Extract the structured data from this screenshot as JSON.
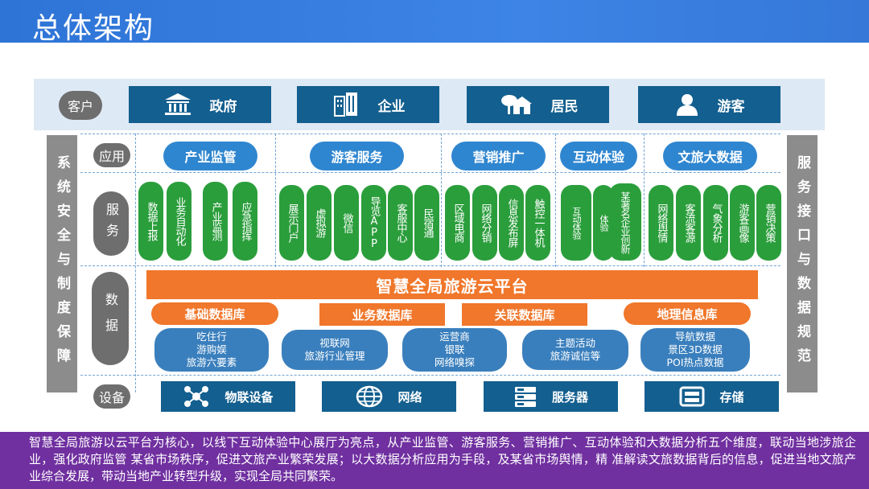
{
  "title": "总体架构",
  "layers": {
    "customer": "客户",
    "application": "应用",
    "service": "服务",
    "data": "数据",
    "device": "设备"
  },
  "left_side": "系统安全与制度保障",
  "right_side": "服务接口与数据规范",
  "customers": [
    {
      "label": "政府",
      "icon": "government-building-icon"
    },
    {
      "label": "企业",
      "icon": "office-building-icon"
    },
    {
      "label": "居民",
      "icon": "house-icon"
    },
    {
      "label": "游客",
      "icon": "person-icon"
    }
  ],
  "applications": [
    {
      "label": "产业监管",
      "services": [
        "数据上报",
        "业务自动化",
        "产业监测",
        "应急指挥"
      ]
    },
    {
      "label": "游客服务",
      "services": [
        "展示门户",
        "虚拟游",
        "微信",
        "导览APP",
        "客服中心",
        "民宿通"
      ]
    },
    {
      "label": "营销推广",
      "services": [
        "区域电商",
        "网络分销",
        "信息发布屏",
        "触控一体机"
      ]
    },
    {
      "label": "互动体验",
      "services": [
        "互动体验",
        "体验",
        "某著名企业创新"
      ]
    },
    {
      "label": "文旅大数据",
      "services": [
        "网络舆情",
        "客流客源",
        "气象分析",
        "游客画像",
        "营销决策"
      ]
    }
  ],
  "platform": "智慧全局旅游云平台",
  "databases": [
    "基础数据库",
    "业务数据库",
    "关联数据库",
    "地理信息库"
  ],
  "data_items": [
    [
      "吃住行",
      "游购娱",
      "旅游六要素"
    ],
    [
      "视联网",
      "旅游行业管理"
    ],
    [
      "运营商",
      "银联",
      "网络嗅探"
    ],
    [
      "主题活动",
      "旅游诚信等"
    ],
    [
      "导航数据",
      "景区3D数据",
      "POI热点数据"
    ]
  ],
  "devices": [
    {
      "label": "物联设备",
      "icon": "iot-network-icon"
    },
    {
      "label": "网络",
      "icon": "globe-icon"
    },
    {
      "label": "服务器",
      "icon": "server-icon"
    },
    {
      "label": "存储",
      "icon": "storage-drive-icon"
    }
  ],
  "footer": "智慧全局旅游以云平台为核心，以线下互动体验中心展厅为亮点，从产业监管、游客服务、营销推广、互动体验和大数据分析五个维度，联动当地涉旅企业，强化政府监管 某省市场秩序，促进文旅产业繁荣发展；以大数据分析应用为手段，及某省市场舆情，精 准解读文旅数据背后的信息，促进当地文旅产业综合发展，带动当地产业转型升级，实现全局共同繁荣。",
  "colors": {
    "title_bar": "#3579dc",
    "customer_box": "#135f8f",
    "category_pill": "#2f86d0",
    "service_pill": "#2b9e3c",
    "platform": "#f0772b",
    "data_pill": "#3a7fbd",
    "footer": "#7030a0",
    "side_bar": "#8c8c8c"
  }
}
